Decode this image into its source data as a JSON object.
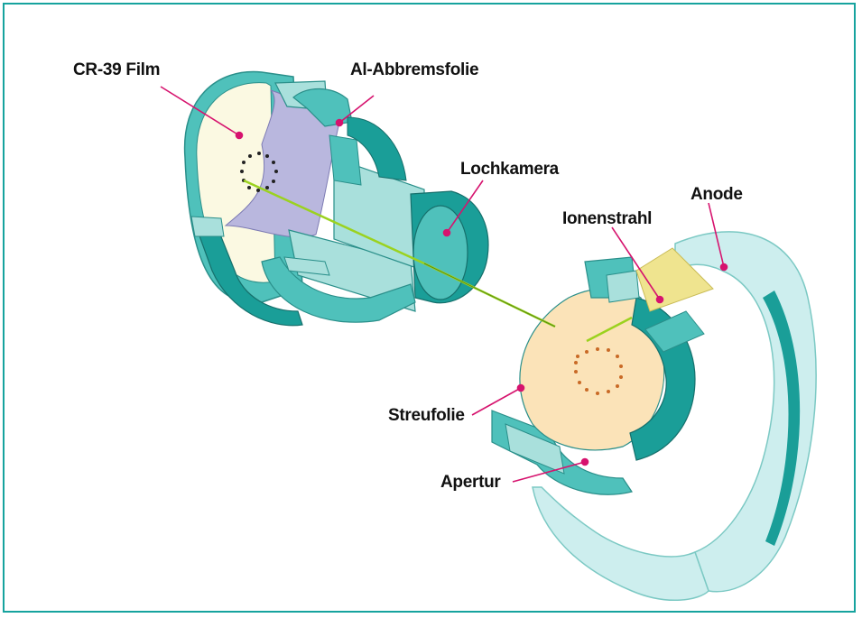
{
  "diagram": {
    "labels": {
      "cr39_film": "CR-39 Film",
      "al_abbremsfolie": "Al-Abbremsfolie",
      "lochkamera": "Lochkamera",
      "anode": "Anode",
      "ionenstrahl": "Ionenstrahl",
      "streufolie": "Streufolie",
      "apertur": "Apertur"
    },
    "colors": {
      "frame": "#16a39e",
      "teal_dark": "#1a9e98",
      "teal_mid": "#4fc1bb",
      "teal_light": "#a9e0dc",
      "teal_pale": "#cdeeee",
      "film": "#fbf9e2",
      "foil": "#b9b7de",
      "scatter_foil": "#fbe3b8",
      "ion_region": "#efe48f",
      "beam": "#9bd21f",
      "leader": "#d6136e"
    }
  }
}
